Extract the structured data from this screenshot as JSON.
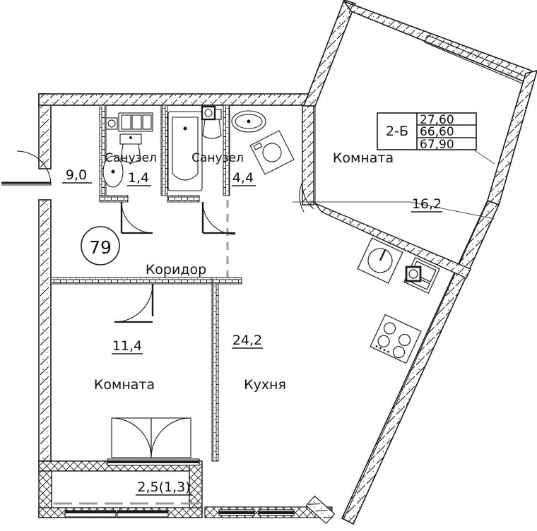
{
  "plan": {
    "apartment_number": "79",
    "type_badge": "2-Б",
    "areas_table": {
      "living_area": "27,60",
      "total_area": "66,60",
      "total_with_balcony": "67,90"
    },
    "rooms": [
      {
        "id": "room-left-top",
        "name": "",
        "area": "9,0"
      },
      {
        "id": "bath-small",
        "name": "Санузел",
        "area": "1,4"
      },
      {
        "id": "bath-large",
        "name": "Санузел",
        "area": "4,4"
      },
      {
        "id": "corridor",
        "name": "Коридор",
        "area": ""
      },
      {
        "id": "room-bottom",
        "name": "Комната",
        "area": "11,4"
      },
      {
        "id": "kitchen",
        "name": "Кухня",
        "area": "24,2"
      },
      {
        "id": "room-right",
        "name": "Комната",
        "area": "16,2"
      },
      {
        "id": "balcony",
        "name": "",
        "area": "2,5(1,3)"
      }
    ],
    "colors": {
      "wall": "#1a1a1a",
      "wall_fill": "#ffffff",
      "partition_dash": "#9a9a9a",
      "text": "#111111",
      "thin_line": "#3a3a3a"
    }
  }
}
